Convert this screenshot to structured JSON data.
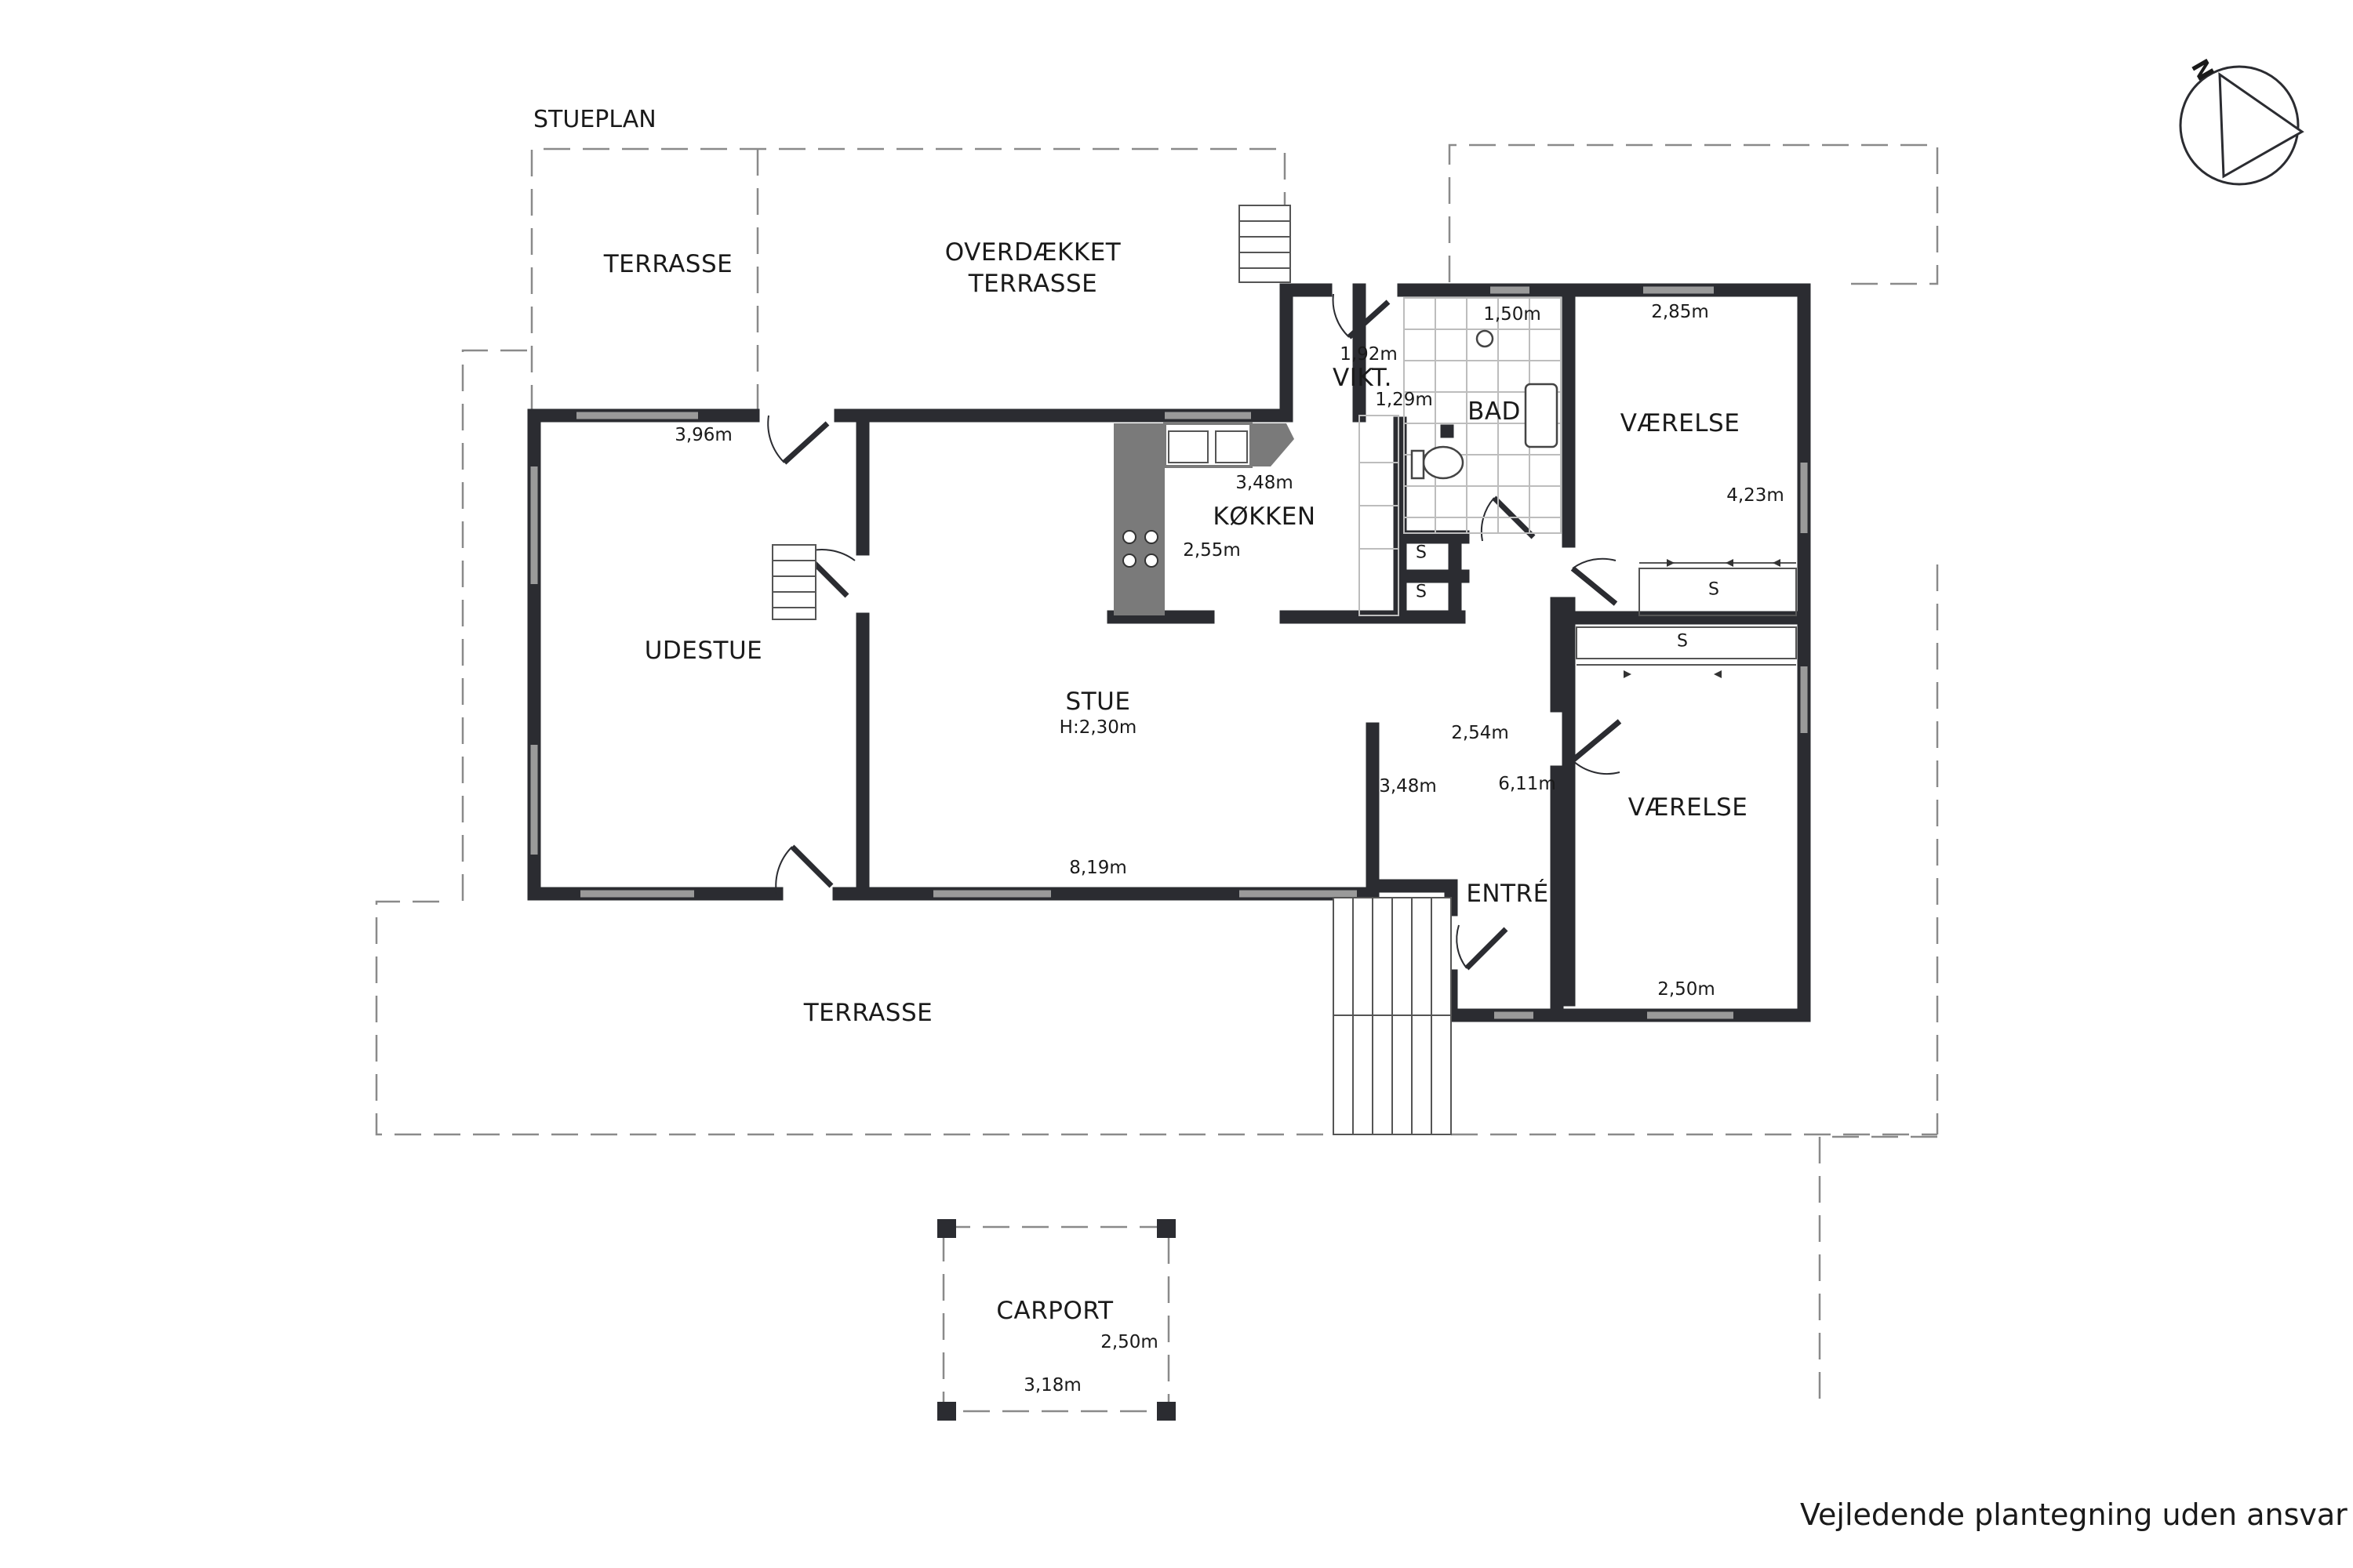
{
  "plan_title": "STUEPLAN",
  "disclaimer": "Vejledende plantegning uden ansvar",
  "north_label": "N",
  "rooms": {
    "terrasse_top": "TERRASSE",
    "overdaekket_line1": "OVERDÆKKET",
    "overdaekket_line2": "TERRASSE",
    "vikt": "VIKT.",
    "bad": "BAD",
    "vaerelse_top": "VÆRELSE",
    "kokken": "KØKKEN",
    "udestue": "UDESTUE",
    "stue": "STUE",
    "stue_height": "H:2,30m",
    "vaerelse_bottom": "VÆRELSE",
    "entre": "ENTRÉ",
    "terrasse_bottom": "TERRASSE",
    "carport": "CARPORT"
  },
  "dimensions": {
    "vikt_w": "1,92m",
    "vikt_h": "1,29m",
    "bad_w": "1,50m",
    "vaerelse_top_w": "2,85m",
    "vaerelse_top_h": "4,23m",
    "udestue_w": "3,96m",
    "kokken_w": "3,48m",
    "kokken_h": "2,55m",
    "hall_w": "2,54m",
    "hall_h_left": "3,48m",
    "hall_h_right": "6,11m",
    "stue_w": "8,19m",
    "vaerelse_bottom_w": "2,50m",
    "carport_h": "2,50m",
    "carport_w": "3,18m"
  },
  "storage_label": "S",
  "colors": {
    "wall": "#2b2c31",
    "window": "#9a9a9a",
    "counter": "#7a7a7a",
    "dashed": "#8a8a8a"
  }
}
